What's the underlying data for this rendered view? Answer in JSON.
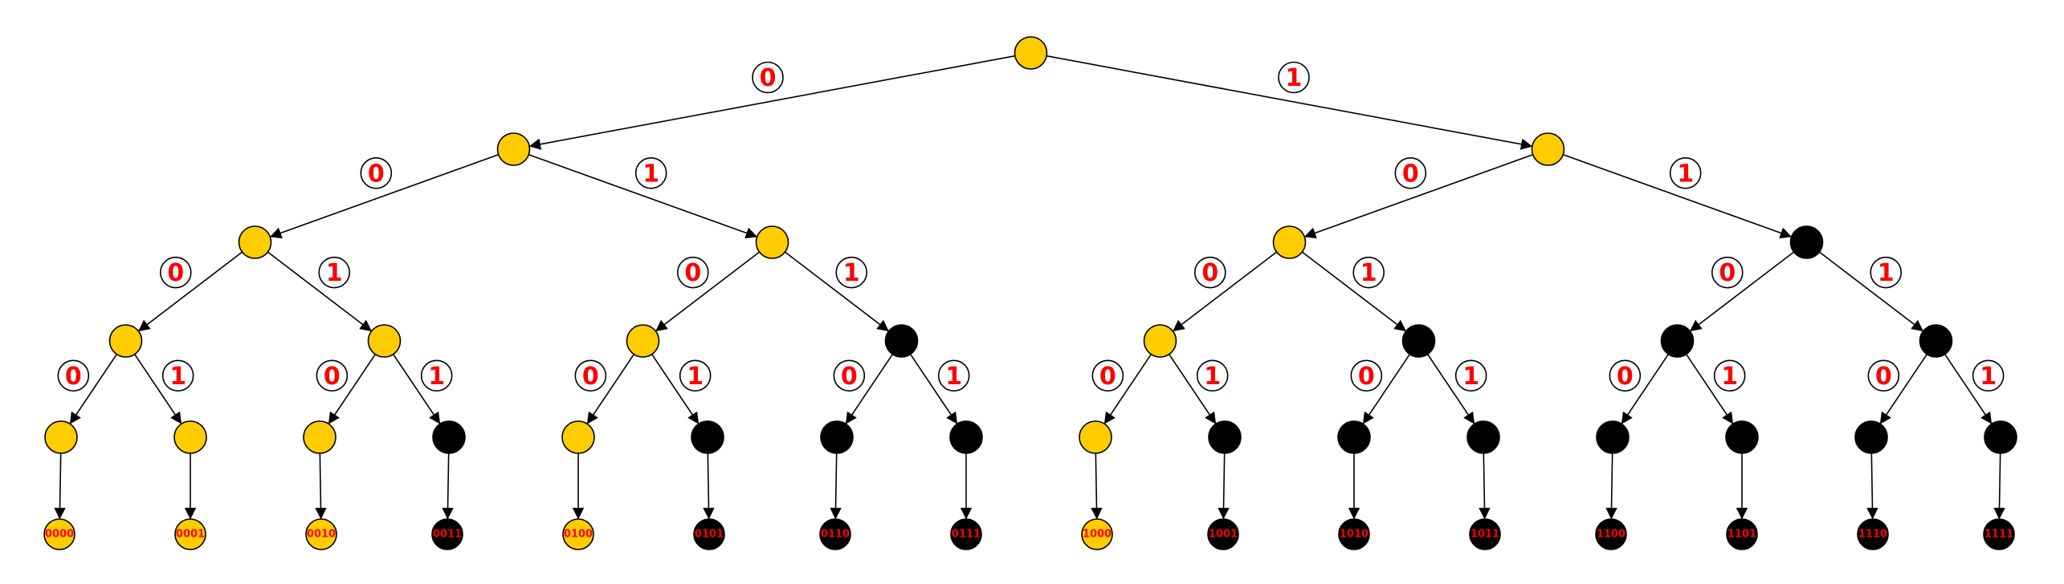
{
  "colors": {
    "active": "#FFCC00",
    "inactive": "#000000",
    "label": "#FF0000",
    "edge": "#000000"
  },
  "tree": {
    "edge_labels": [
      "0",
      "1"
    ],
    "leaves": [
      {
        "code": "0000",
        "state": "active"
      },
      {
        "code": "0001",
        "state": "active"
      },
      {
        "code": "0010",
        "state": "active"
      },
      {
        "code": "0011",
        "state": "inactive"
      },
      {
        "code": "0100",
        "state": "active"
      },
      {
        "code": "0101",
        "state": "inactive"
      },
      {
        "code": "0110",
        "state": "inactive"
      },
      {
        "code": "0111",
        "state": "inactive"
      },
      {
        "code": "1000",
        "state": "active"
      },
      {
        "code": "1001",
        "state": "inactive"
      },
      {
        "code": "1010",
        "state": "inactive"
      },
      {
        "code": "1011",
        "state": "inactive"
      },
      {
        "code": "1100",
        "state": "inactive"
      },
      {
        "code": "1101",
        "state": "inactive"
      },
      {
        "code": "1110",
        "state": "inactive"
      },
      {
        "code": "1111",
        "state": "inactive"
      }
    ]
  }
}
